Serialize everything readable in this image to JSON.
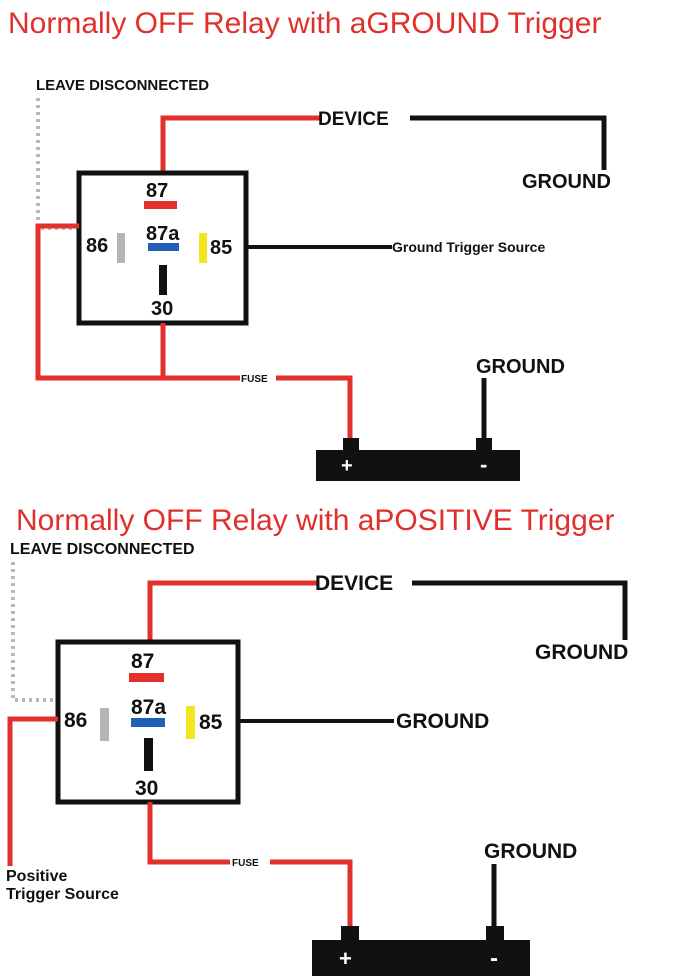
{
  "colors": {
    "wire_red": "#e3302c",
    "wire_black": "#111111",
    "dotted_gray": "#b8b8b8",
    "title_red": "#e0302b",
    "pin87_red": "#e3302c",
    "pin87a_blue": "#1f5fb8",
    "pin85_yellow": "#f3e61e",
    "pin86_gray": "#b5b5b5"
  },
  "diagram1": {
    "title": "Normally OFF Relay with aGROUND Trigger",
    "leave_disconnected": "LEAVE DISCONNECTED",
    "device": "DEVICE",
    "ground_device": "GROUND",
    "trigger_label": "Ground Trigger Source",
    "ground_battery": "GROUND",
    "fuse": "FUSE",
    "pins": {
      "p87": "87",
      "p87a": "87a",
      "p86": "86",
      "p85": "85",
      "p30": "30"
    },
    "battery_plus": "+",
    "battery_minus": "-"
  },
  "diagram2": {
    "title": "Normally OFF Relay with aPOSITIVE Trigger",
    "leave_disconnected": "LEAVE DISCONNECTED",
    "device": "DEVICE",
    "ground_device": "GROUND",
    "trigger_label": "GROUND",
    "positive_trigger_line1": "Positive",
    "positive_trigger_line2": "Trigger Source",
    "ground_battery": "GROUND",
    "fuse": "FUSE",
    "pins": {
      "p87": "87",
      "p87a": "87a",
      "p86": "86",
      "p85": "85",
      "p30": "30"
    },
    "battery_plus": "+",
    "battery_minus": "-"
  }
}
